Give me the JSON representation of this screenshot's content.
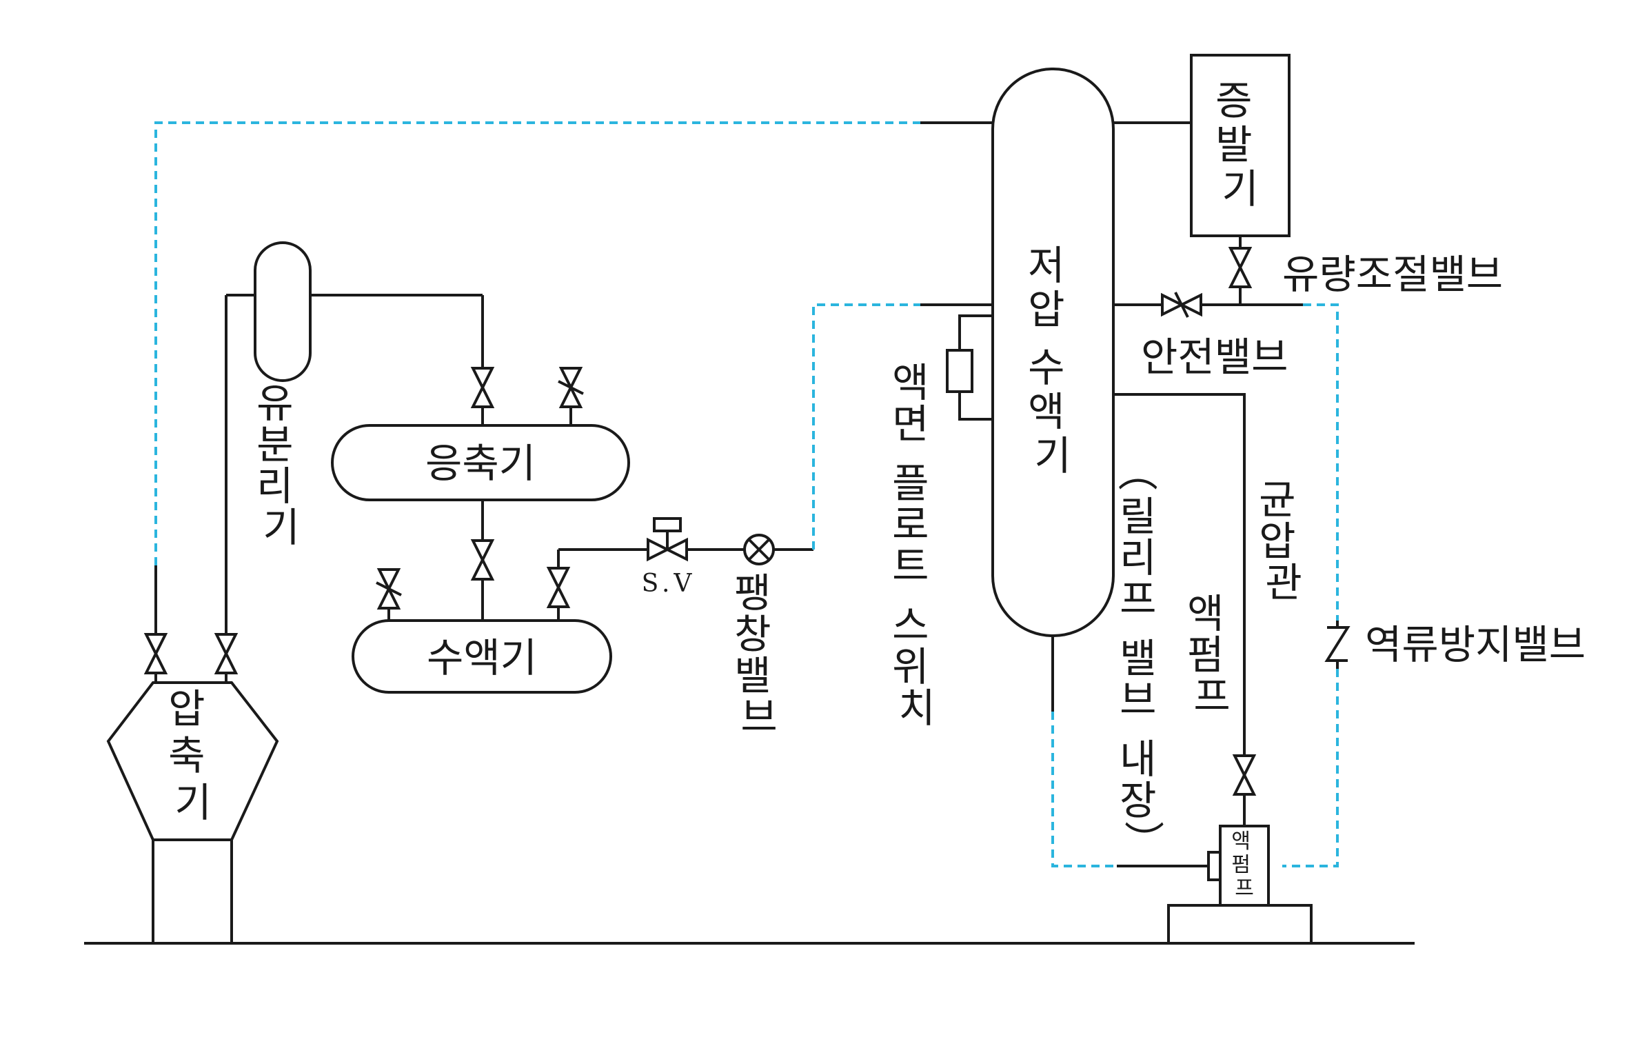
{
  "labels": {
    "compressor": "압축기",
    "oil_separator": "유분리기",
    "condenser": "응축기",
    "receiver": "수액기",
    "solenoid_valve": "S.V",
    "expansion_valve": "팽창밸브",
    "float_switch": "액면 플로트 스위치",
    "lp_receiver": "저압 수액기",
    "evaporator": "증발기",
    "flow_control_valve": "유량조절밸브",
    "safety_valve": "안전밸브",
    "equalizer_pipe": "균압관",
    "check_valve": "역류방지밸브",
    "relief_valve_note": "(릴리프 밸브 내장)",
    "liquid_pump": "액펌프",
    "liquid_pump_box": "액펌프"
  },
  "colors": {
    "pipe": "#1a1a1a",
    "suction_line": "#2bb5de",
    "background": "#ffffff"
  }
}
